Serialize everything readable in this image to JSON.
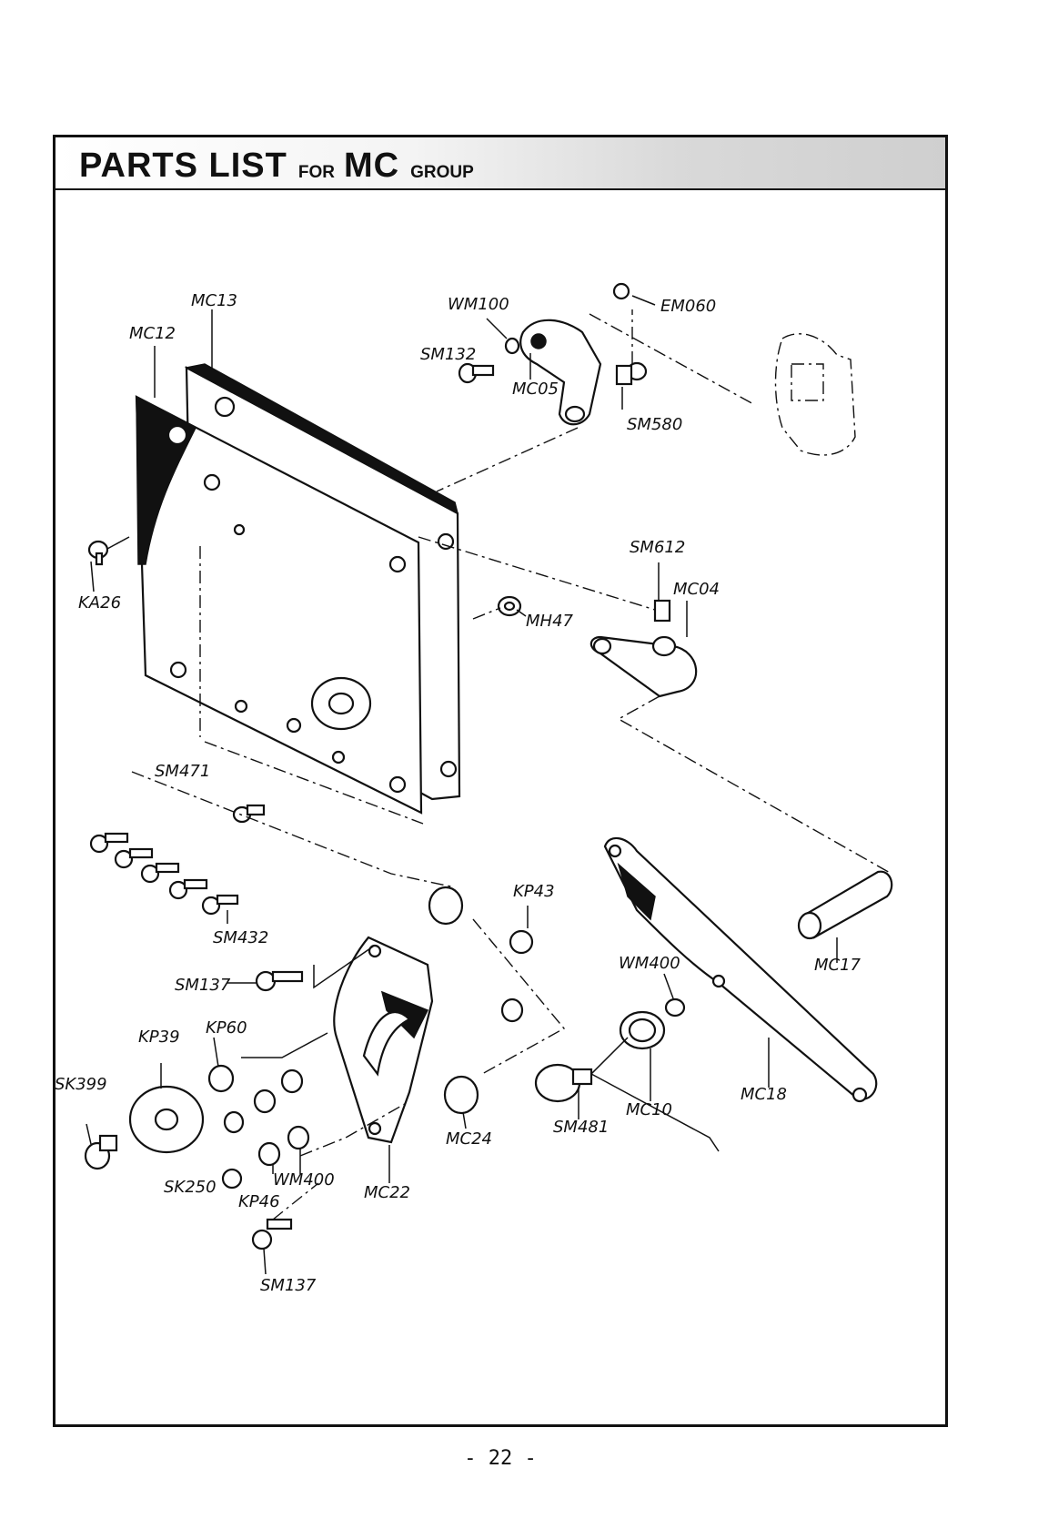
{
  "header": {
    "title_parts": "PARTS LIST",
    "title_for": "FOR",
    "title_group_code": "MC",
    "title_group": "GROUP"
  },
  "labels": {
    "MC13": "MC13",
    "MC12": "MC12",
    "WM100": "WM100",
    "EM060": "EM060",
    "SM132": "SM132",
    "MC05": "MC05",
    "SM580": "SM580",
    "KA26": "KA26",
    "SM612": "SM612",
    "MC04": "MC04",
    "MH47": "MH47",
    "SM471": "SM471",
    "SM432": "SM432",
    "KP43": "KP43",
    "WM400_a": "WM400",
    "MC17": "MC17",
    "SM137_a": "SM137",
    "KP39": "KP39",
    "KP60": "KP60",
    "SK399": "SK399",
    "MC18": "MC18",
    "MC10": "MC10",
    "SM481": "SM481",
    "MC24": "MC24",
    "WM400_b": "WM400",
    "SK250": "SK250",
    "KP46": "KP46",
    "MC22": "MC22",
    "SM137_b": "SM137"
  },
  "footer": {
    "page_number": "- 22 -"
  }
}
